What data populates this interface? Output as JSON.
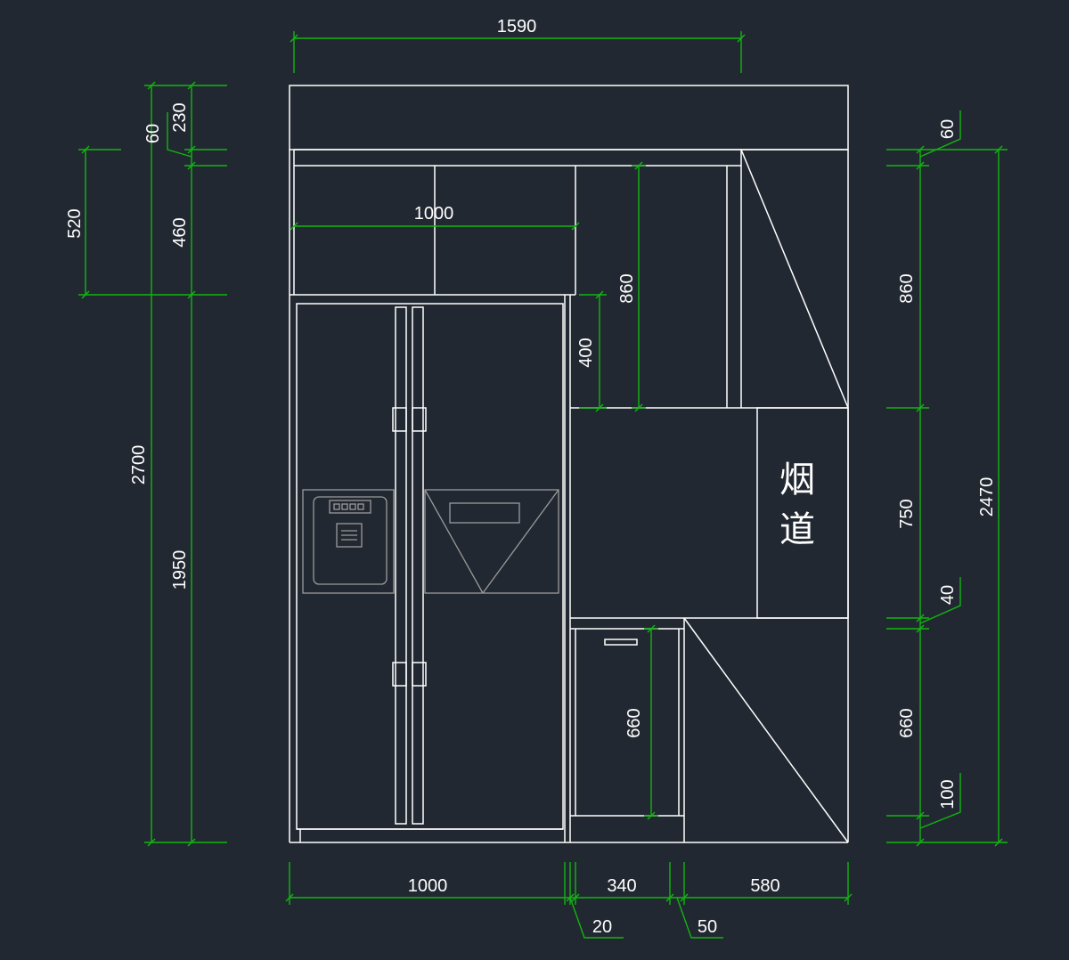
{
  "colors": {
    "background": "#222831",
    "outline": "#ffffff",
    "dimension": "#11b511",
    "appliance": "#9a9a9a"
  },
  "labels": {
    "flue_line1": "烟",
    "flue_line2": "道"
  },
  "dimensions": {
    "top_width": "1590",
    "upper_cabinet_width": "1000",
    "upper_right_height": "860",
    "niche_height": "400",
    "drawer_height": "660",
    "left_top_60": "60",
    "left_top_230": "230",
    "left_520": "520",
    "left_460": "460",
    "left_total": "2700",
    "left_1950": "1950",
    "right_60": "60",
    "right_860": "860",
    "right_750": "750",
    "right_40": "40",
    "right_660": "660",
    "right_100": "100",
    "right_total": "2470",
    "bottom_1000": "1000",
    "bottom_340": "340",
    "bottom_580": "580",
    "bottom_20": "20",
    "bottom_50": "50"
  }
}
